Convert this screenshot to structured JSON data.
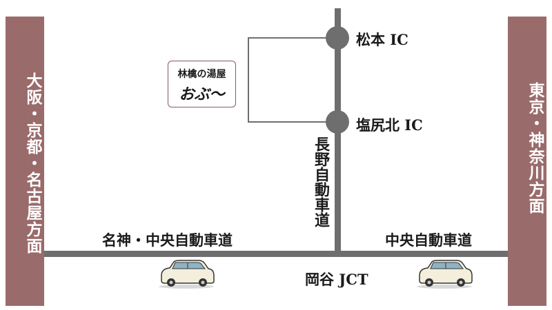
{
  "colors": {
    "road": "#6e6e6e",
    "side_panel": "#9a6b6b",
    "car_body": "#f3efdc",
    "car_roof": "#8fb3c4"
  },
  "directions": {
    "left": "大阪・京都・名古屋方面",
    "right": "東京・神奈川方面"
  },
  "interchanges": {
    "matsumoto": "松本 IC",
    "shiojiri_kita": "塩尻北 IC",
    "okaya_jct": "岡谷 JCT"
  },
  "roads": {
    "meishin_chuo": "名神・中央自動車道",
    "chuo": "中央自動車道",
    "nagano": "長野自動車道"
  },
  "destination": {
    "line1": "林檎の湯屋",
    "line2": "おぶ〜"
  },
  "icons": [
    "car-icon"
  ]
}
